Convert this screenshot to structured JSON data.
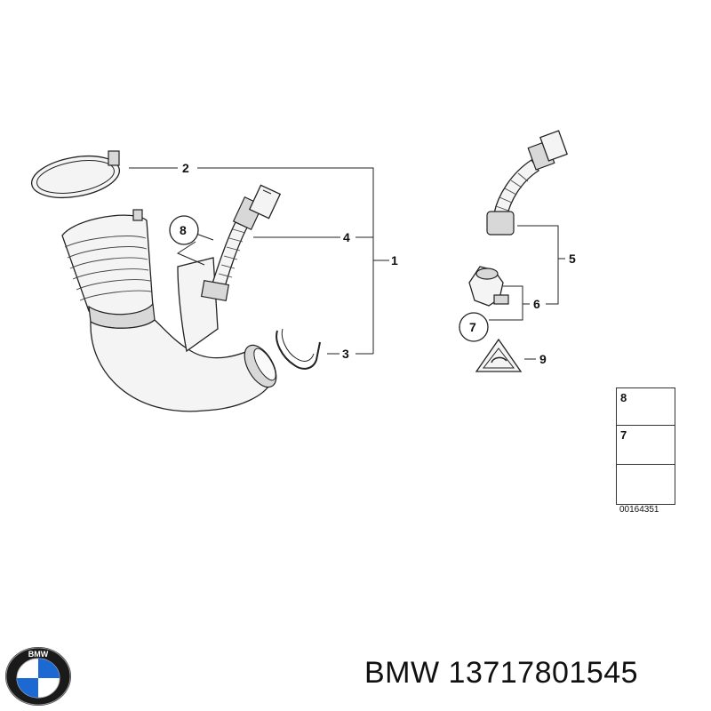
{
  "diagram": {
    "callouts": [
      "1",
      "2",
      "3",
      "4",
      "5",
      "6",
      "7",
      "8",
      "9"
    ],
    "legend": {
      "items": [
        "8",
        "7"
      ]
    },
    "diagram_id": "00164351"
  },
  "brand": {
    "logo_letters": "BMW",
    "name": "BMW",
    "part_number": "13717801545"
  },
  "colors": {
    "line": "#222222",
    "logo_blue": "#1c69d4",
    "logo_ring": "#1a1a1a"
  }
}
